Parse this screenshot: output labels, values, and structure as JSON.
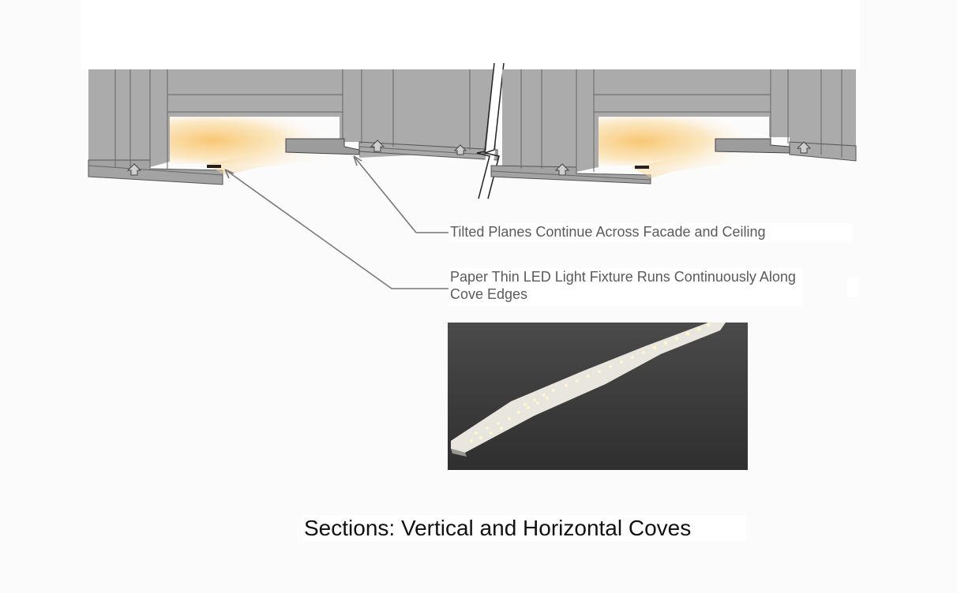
{
  "annotations": {
    "tilted_planes": "Tilted Planes Continue Across Facade and Ceiling",
    "led_fixture": "Paper Thin LED Light Fixture Runs Continuously Along Cove Edges"
  },
  "caption": "Sections: Vertical and Horizontal Coves",
  "photo": {
    "icon": "led-strip-photo"
  },
  "colors": {
    "section_fill": "#ababab",
    "section_line": "#555555",
    "glow": "#f6c87a",
    "leader": "#777777"
  }
}
